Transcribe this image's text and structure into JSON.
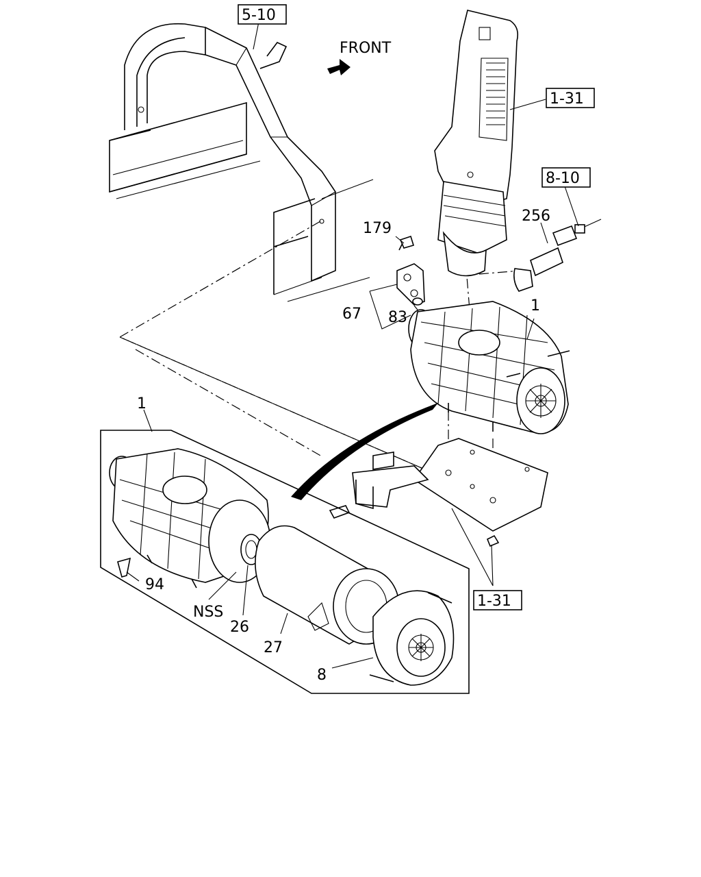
{
  "direction_label": "FRONT",
  "refs": {
    "ref_top_left": "5-10",
    "ref_top_right": "1-31",
    "ref_middle_right": "8-10",
    "ref_bottom_right": "1-31"
  },
  "callouts": {
    "c179": "179",
    "c256": "256",
    "c67": "67",
    "c83": "83",
    "c1_top": "1",
    "c1_left": "1",
    "c94": "94",
    "cNSS": "NSS",
    "c26": "26",
    "c27": "27",
    "c8": "8"
  },
  "icons": [
    "front-arrow-icon"
  ]
}
